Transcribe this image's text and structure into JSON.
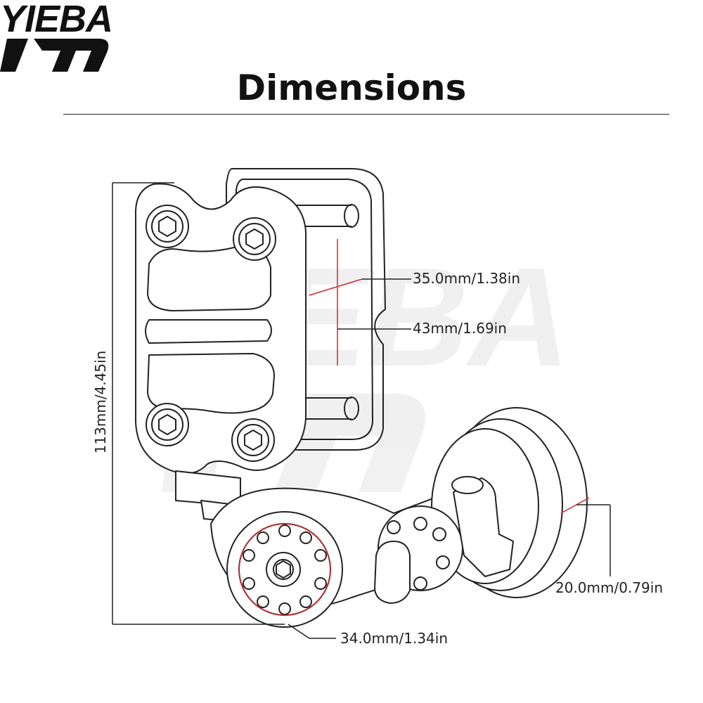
{
  "brand": {
    "logo_text": "YIEBA"
  },
  "page": {
    "title": "Dimensions"
  },
  "dimensions": {
    "height": "113mm/4.45in",
    "width_upper": "35.0mm/1.38in",
    "depth_upper": "43mm/1.69in",
    "spindle": "20.0mm/0.79in",
    "wheel": "34.0mm/1.34in"
  },
  "colors": {
    "line": "#222222",
    "accent": "#d9252a",
    "watermark": "#ededed"
  }
}
